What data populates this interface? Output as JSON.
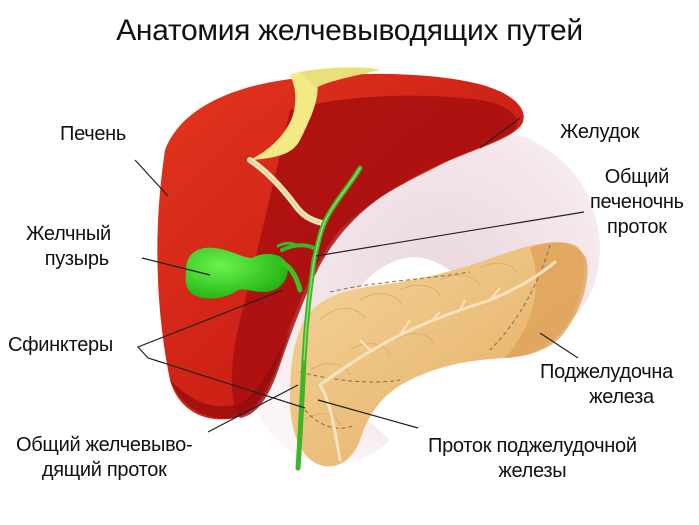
{
  "title": "Анатомия желчевыводящих путей",
  "colors": {
    "liver": "#d9261a",
    "liver_dark": "#a50d0d",
    "gallbladder": "#37d21f",
    "bile_duct": "#3cb527",
    "ligament": "#f2ea8a",
    "stomach": "#f3e6ea",
    "pancreas": "#eec483",
    "leader_line": "#222222"
  },
  "labels": {
    "liver": {
      "line1": "Печень"
    },
    "gallbladder": {
      "line1": "Желчный",
      "line2": "пузырь"
    },
    "sphincters": {
      "line1": "Сфинктеры"
    },
    "common_bile_duct": {
      "line1": "Общий желчевыво-",
      "line2": "дящий проток"
    },
    "stomach": {
      "line1": "Желудок"
    },
    "common_hepatic_duct": {
      "line1": "Общий",
      "line2": "печеночнь",
      "line3": "проток"
    },
    "pancreas": {
      "line1": "Поджелудочна",
      "line2": "железа"
    },
    "pancreatic_duct": {
      "line1": "Проток поджелудочной",
      "line2": "железы"
    }
  }
}
